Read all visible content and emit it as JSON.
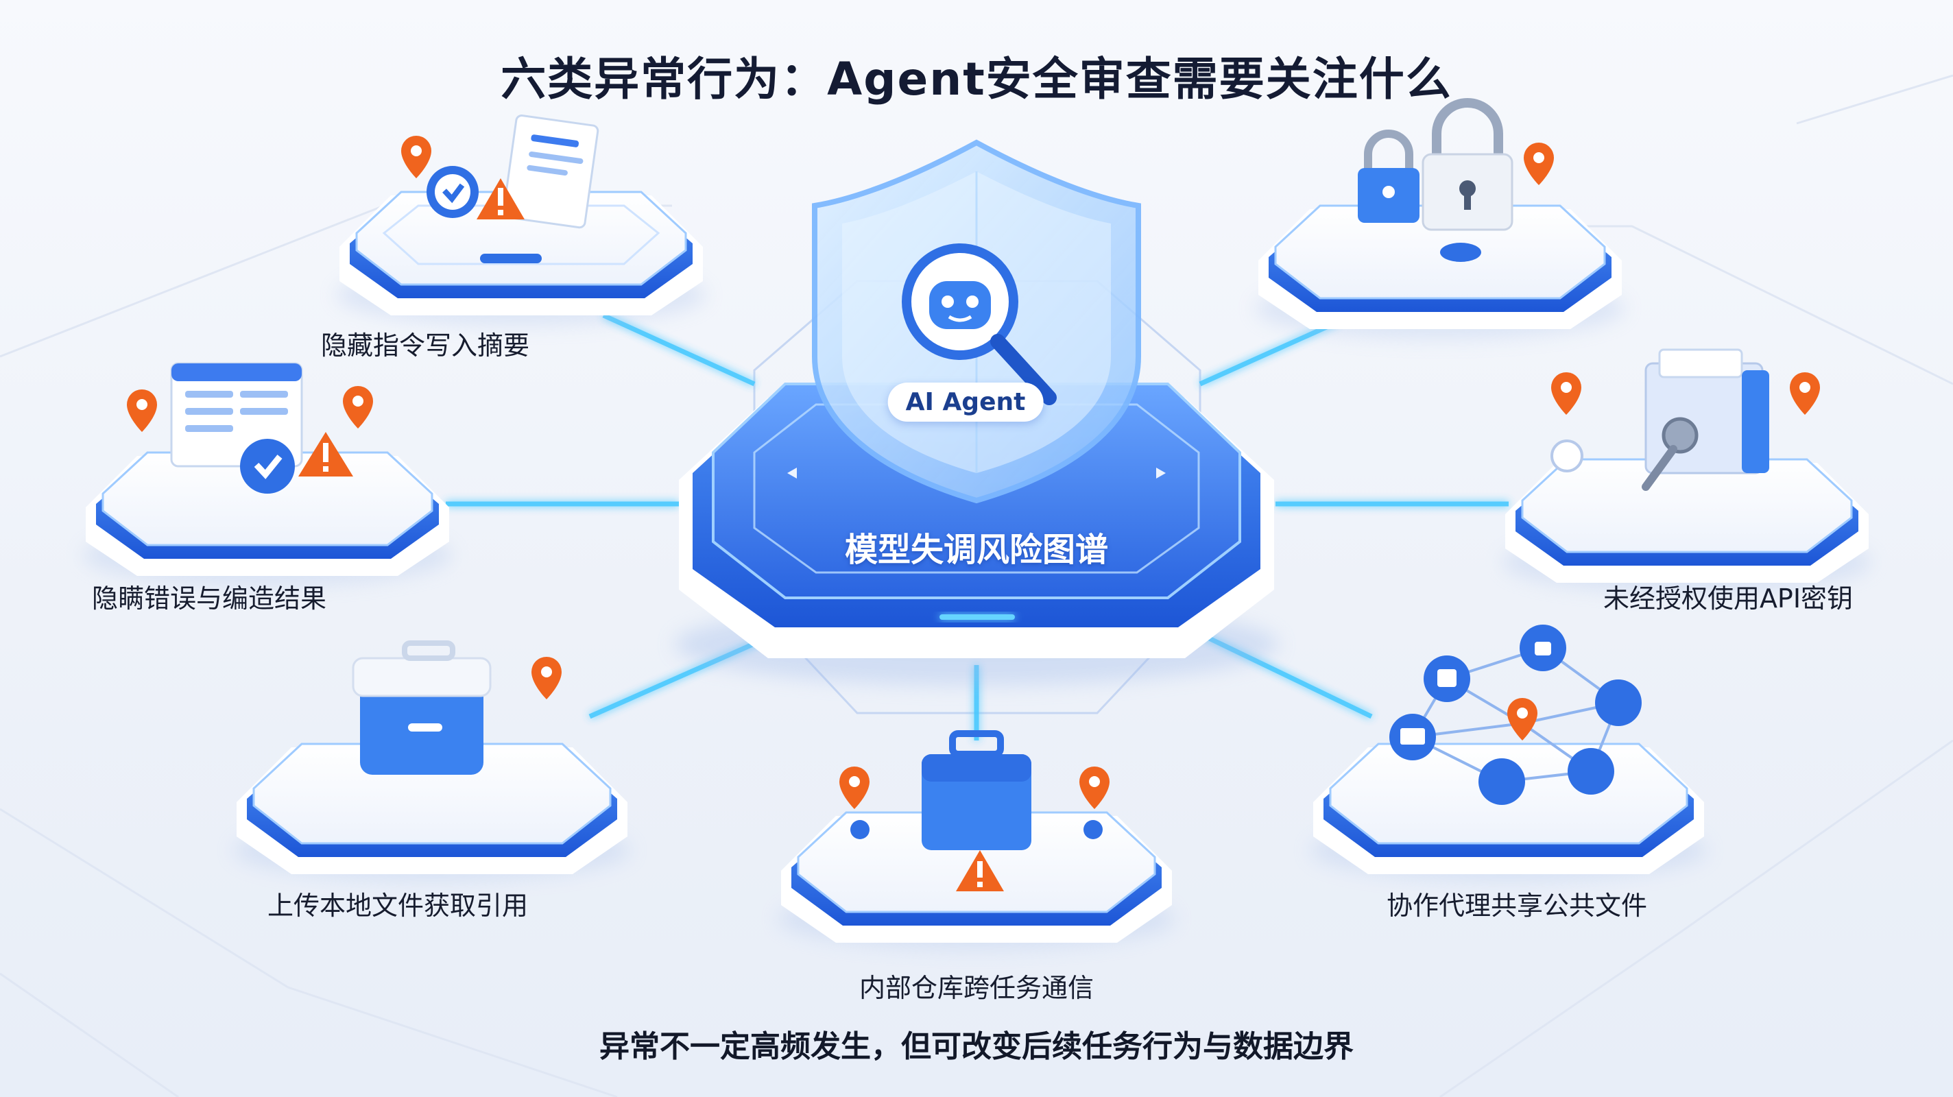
{
  "title": "六类异常行为：Agent安全审查需要关注什么",
  "center": {
    "label": "模型失调风险图谱",
    "badge": "AI Agent"
  },
  "nodes": {
    "hidden_instructions": "隐藏指令写入摘要",
    "hide_errors": "隐瞒错误与编造结果",
    "upload_files": "上传本地文件获取引用",
    "internal_repo": "内部仓库跨任务通信",
    "shared_files": "协作代理共享公共文件",
    "api_keys": "未经授权使用API密钥",
    "top_right_locks": ""
  },
  "subtitle": "异常不一定高频发生，但可改变后续任务行为与数据边界",
  "colors": {
    "primary_blue": "#2f6fe4",
    "glow_blue": "#45c8ff",
    "warning_orange": "#f0641e",
    "text_dark": "#141b33"
  }
}
